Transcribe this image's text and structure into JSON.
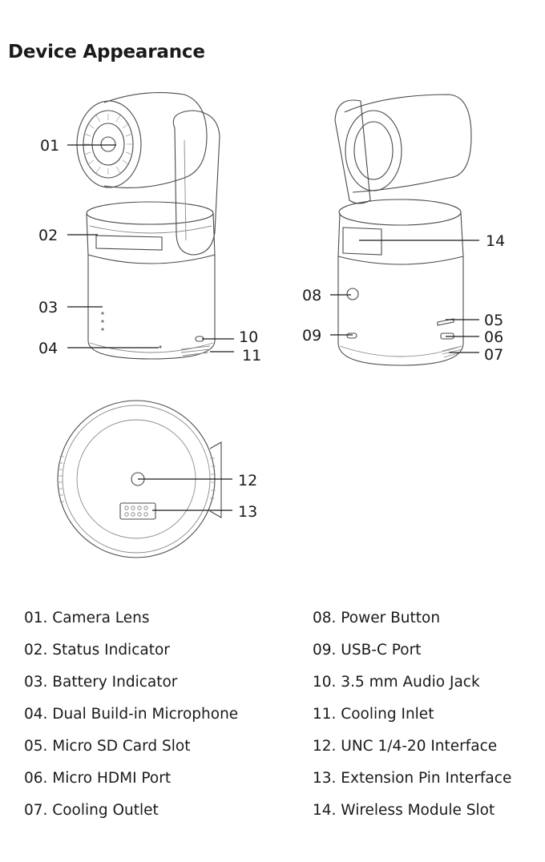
{
  "title": "Device Appearance",
  "callouts": {
    "c01": "01",
    "c02": "02",
    "c03": "03",
    "c04": "04",
    "c05": "05",
    "c06": "06",
    "c07": "07",
    "c08": "08",
    "c09": "09",
    "c10": "10",
    "c11": "11",
    "c12": "12",
    "c13": "13",
    "c14": "14"
  },
  "legend_left": [
    "01. Camera Lens",
    "02. Status Indicator",
    "03. Battery Indicator",
    "04. Dual Build-in Microphone",
    "05. Micro SD Card Slot",
    "06. Micro HDMI Port",
    "07. Cooling Outlet"
  ],
  "legend_right": [
    "08. Power Button",
    "09. USB-C Port",
    "10. 3.5 mm Audio Jack",
    "11. Cooling Inlet",
    "12. UNC 1/4-20 Interface",
    "13. Extension Pin Interface",
    "14. Wireless Module Slot"
  ]
}
